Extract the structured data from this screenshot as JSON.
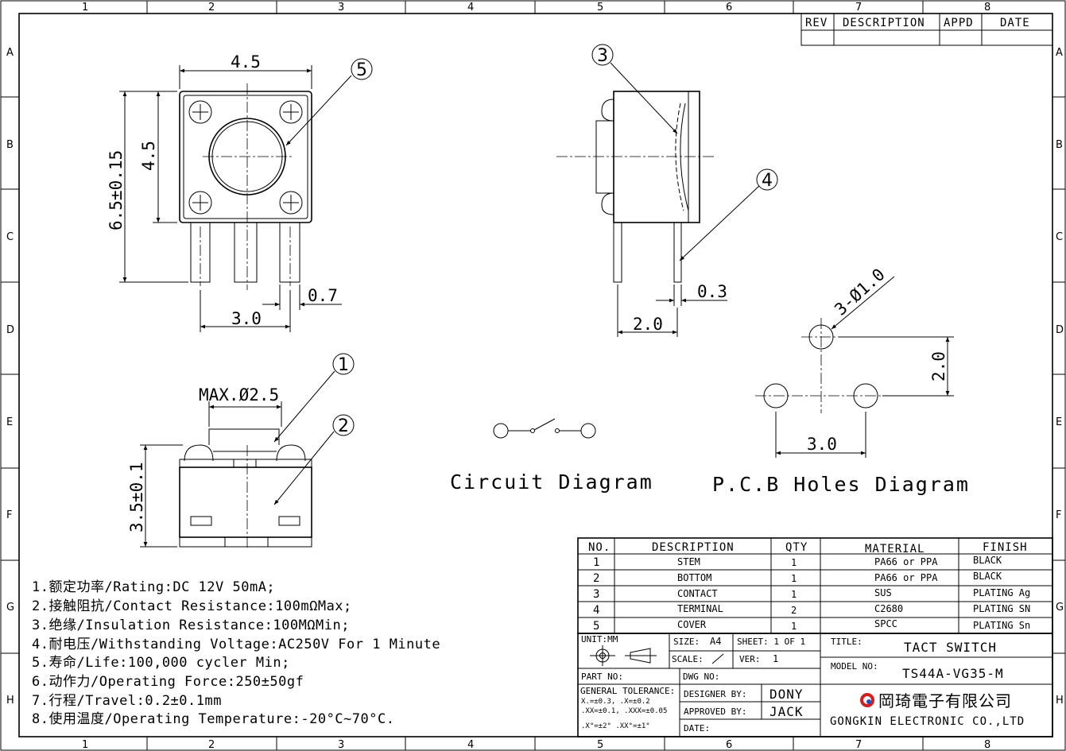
{
  "frame": {
    "cols": [
      "1",
      "2",
      "3",
      "4",
      "5",
      "6",
      "7",
      "8"
    ],
    "rows": [
      "A",
      "B",
      "C",
      "D",
      "E",
      "F",
      "G",
      "H"
    ]
  },
  "revision_table": {
    "headers": [
      "REV",
      "DESCRIPTION",
      "APPD",
      "DATE"
    ]
  },
  "dimensions": {
    "top_width": "4.5",
    "height_total": "6.5±0.15",
    "height_body": "4.5",
    "pin_pitch": "3.0",
    "pin_width": "0.7",
    "side_pin_thickness": "0.3",
    "side_pin_offset": "2.0",
    "stem_max": "MAX.Ø2.5",
    "side_height": "3.5±0.1",
    "hole_dia": "3-Ø1.0",
    "hole_pitch_y": "2.0",
    "hole_pitch_x": "3.0"
  },
  "balloons": [
    "1",
    "2",
    "3",
    "4",
    "5"
  ],
  "labels": {
    "circuit": "Circuit Diagram",
    "pcb": "P.C.B Holes Diagram"
  },
  "specs": [
    "1.额定功率/Rating:DC 12V 50mA;",
    "2.接触阻抗/Contact Resistance:100mΩMax;",
    "3.绝缘/Insulation Resistance:100MΩMin;",
    "4.耐电压/Withstanding Voltage:AC250V For 1 Minute",
    "5.寿命/Life:100,000 cycler Min;",
    "6.动作力/Operating Force:250±50gf",
    "7.行程/Travel:0.2±0.1mm",
    "8.使用温度/Operating Temperature:-20°C~70°C."
  ],
  "bom": {
    "headers": [
      "NO.",
      "DESCRIPTION",
      "QTY",
      "MATERIAL",
      "FINISH"
    ],
    "rows": [
      {
        "no": "1",
        "desc": "STEM",
        "qty": "1",
        "material": "PA66 or PPA",
        "finish": "BLACK"
      },
      {
        "no": "2",
        "desc": "BOTTOM",
        "qty": "1",
        "material": "PA66 or PPA",
        "finish": "BLACK"
      },
      {
        "no": "3",
        "desc": "CONTACT",
        "qty": "1",
        "material": "SUS",
        "finish": "PLATING Ag"
      },
      {
        "no": "4",
        "desc": "TERMINAL",
        "qty": "2",
        "material": "C2680",
        "finish": "PLATING SN"
      },
      {
        "no": "5",
        "desc": "COVER",
        "qty": "1",
        "material": "SPCC",
        "finish": "PLATING Sn"
      }
    ]
  },
  "title_block": {
    "unit": "UNIT:MM",
    "size_label": "SIZE:",
    "size": "A4",
    "sheet": "SHEET: 1 OF 1",
    "scale_label": "SCALE:",
    "ver_label": "VER:",
    "ver": "1",
    "title_label": "TITLE:",
    "title": "TACT SWITCH",
    "part_no": "PART NO:",
    "dwg_no": "DWG NO:",
    "model_label": "MODEL NO:",
    "model": "TS44A-VG35-M",
    "tol_title": "GENERAL TOLERANCE:",
    "tol1": "X.=±0.3,    .X=±0.2",
    "tol2": ".XX=±0.1, .XXX=±0.05",
    "tol3": ".X°=±2°  .XX°=±1°",
    "designer_label": "DESIGNER BY:",
    "designer": "DONY",
    "approved_label": "APPROVED BY:",
    "approved": "JACK",
    "date_label": "DATE:",
    "company_cn": "岡琦電子有限公司",
    "company_en": "GONGKIN ELECTRONIC CO.,LTD",
    "brand_color": "#d21f1f",
    "brand_color2": "#1f4fbf"
  }
}
